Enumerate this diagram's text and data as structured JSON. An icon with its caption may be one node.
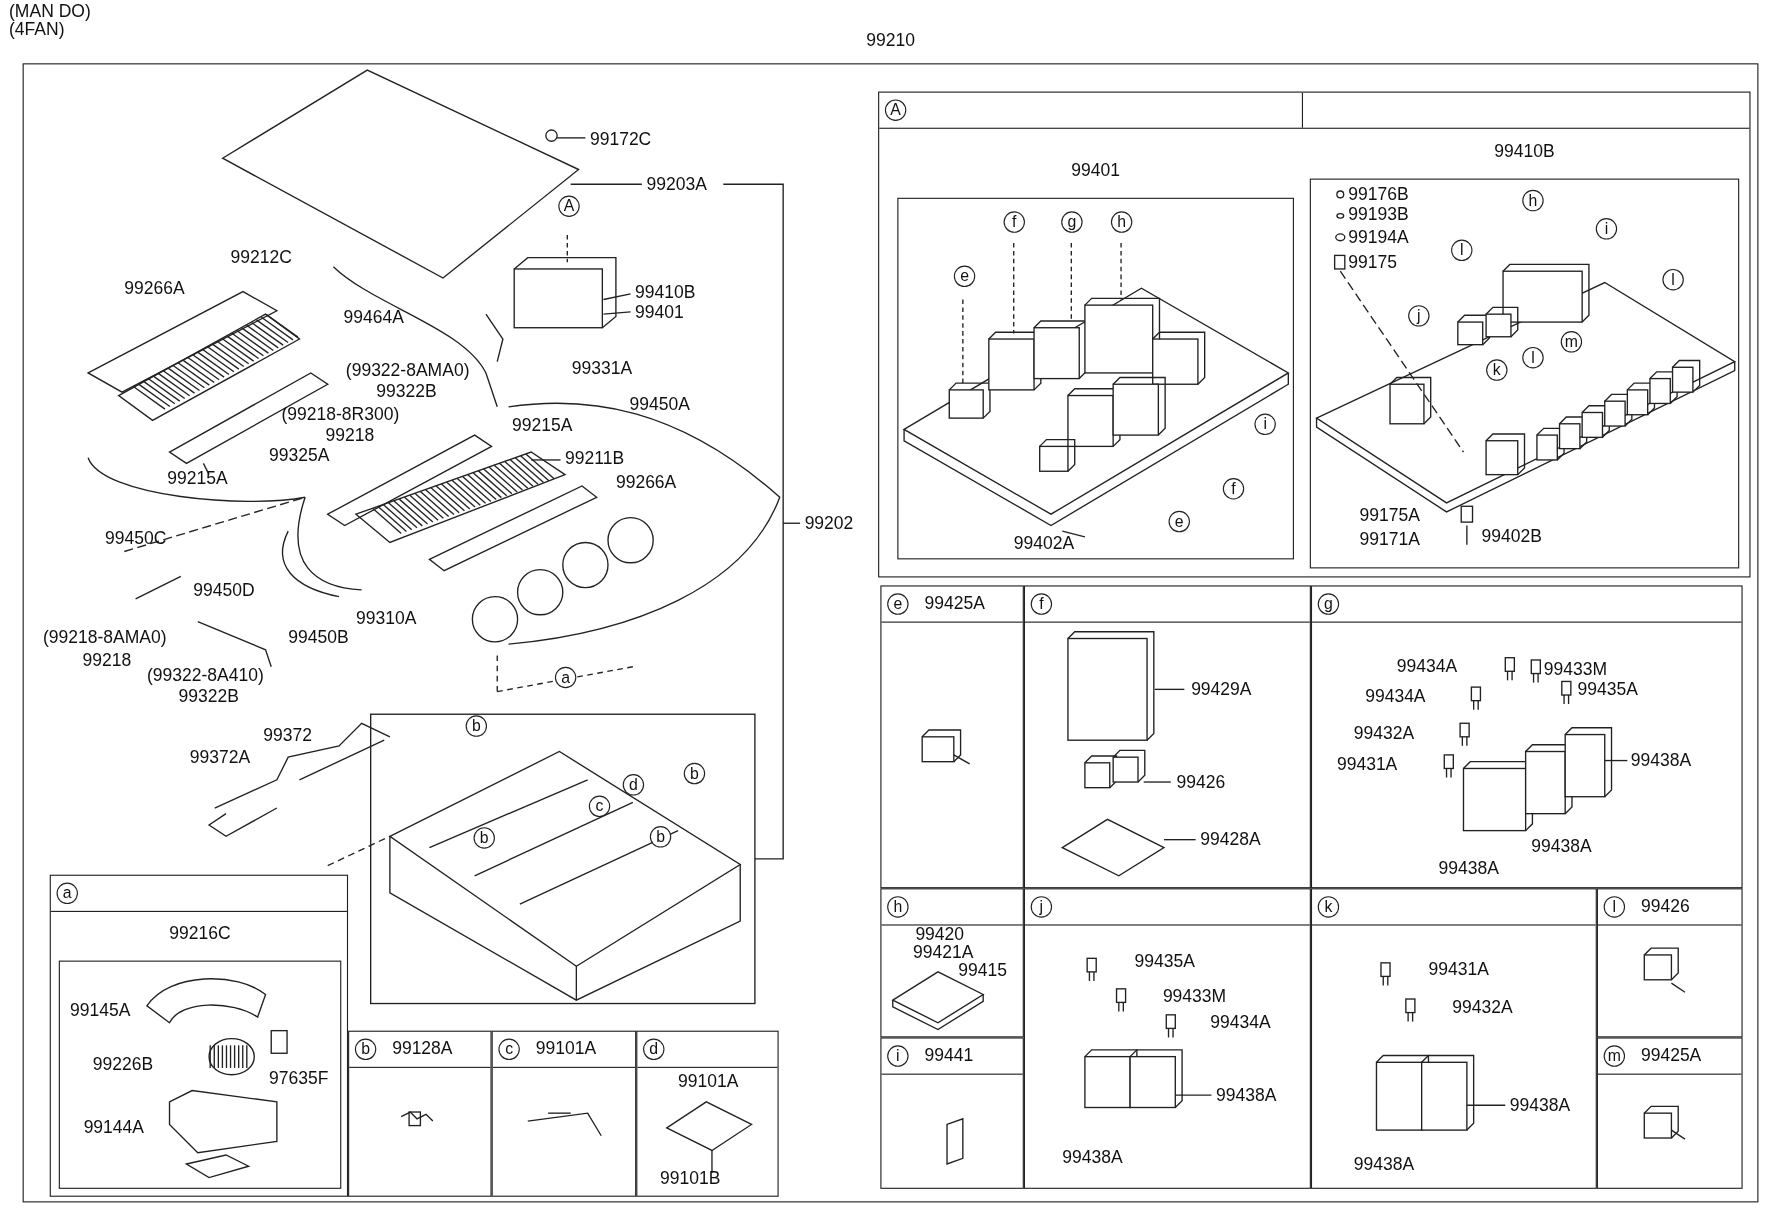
{
  "diagram": {
    "nodes": [
      {
        "text": [
          "99210"
        ]
      },
      {
        "text": [
          "A"
        ],
        "in": 0
      },
      {
        "text": [
          "99401"
        ],
        "in": 1
      },
      {
        "text": [
          "99410B"
        ],
        "in": 1
      },
      {
        "text": [
          "e",
          "99425A"
        ],
        "in": 0
      },
      {
        "text": [
          "f"
        ],
        "in": 0
      },
      {
        "text": [
          "g"
        ],
        "in": 0
      },
      {
        "text": [
          "h"
        ],
        "in": 0
      },
      {
        "text": [
          "i",
          "99441"
        ],
        "in": 0
      },
      {
        "text": [
          "j"
        ],
        "in": 0
      },
      {
        "text": [
          "k"
        ],
        "in": 0
      },
      {
        "text": [
          "l",
          "99426"
        ],
        "in": 0
      },
      {
        "text": [
          "m",
          "99425A"
        ],
        "in": 0
      },
      {
        "text": [
          "a"
        ],
        "in": 0
      },
      {
        "text": [
          "99216C"
        ],
        "in": 13
      },
      {
        "text": [
          "b",
          "99128A"
        ],
        "in": 0
      },
      {
        "text": [
          "c",
          "99101A"
        ],
        "in": 0
      },
      {
        "text": [
          "d"
        ],
        "in": 0
      }
    ],
    "labels": [
      "(MAN DO)",
      "(4FAN)",
      "99172C",
      "99203A",
      "A",
      "99212C",
      "99266A",
      "99464A",
      "99410B",
      "99401",
      "(99322-8AMA0)",
      "99331A",
      "99322B",
      "99450A",
      "(99218-8R300)",
      "99218",
      "99215A",
      "99325A",
      "99211B",
      "99215A",
      "99266A",
      "99450C",
      "99202",
      "99450D",
      "99310A",
      "99450B",
      "(99218-8AMA0)",
      "99218",
      "(99322-8A410)",
      "99322B",
      "a",
      "99372",
      "99372A",
      "b",
      "d",
      "b",
      "c",
      "b",
      "b",
      "99145A",
      "99226B",
      "97635F",
      "99144A",
      "99101A",
      "99101B",
      "f",
      "g",
      "h",
      "e",
      "i",
      "f",
      "e",
      "99402A",
      "99176B",
      "99193B",
      "99194A",
      "99175",
      "h",
      "i",
      "l",
      "l",
      "m",
      "j",
      "k",
      "l",
      "99175A",
      "99171A",
      "99402B",
      "99429A",
      "99426",
      "99428A",
      "99434A",
      "99433M",
      "99434A",
      "99435A",
      "99432A",
      "99431A",
      "99438A",
      "99438A",
      "99438A",
      "99420",
      "99421A",
      "99415",
      "99435A",
      "99433M",
      "99434A",
      "99438A",
      "99438A",
      "99431A",
      "99432A",
      "99438A",
      "99438A"
    ]
  }
}
